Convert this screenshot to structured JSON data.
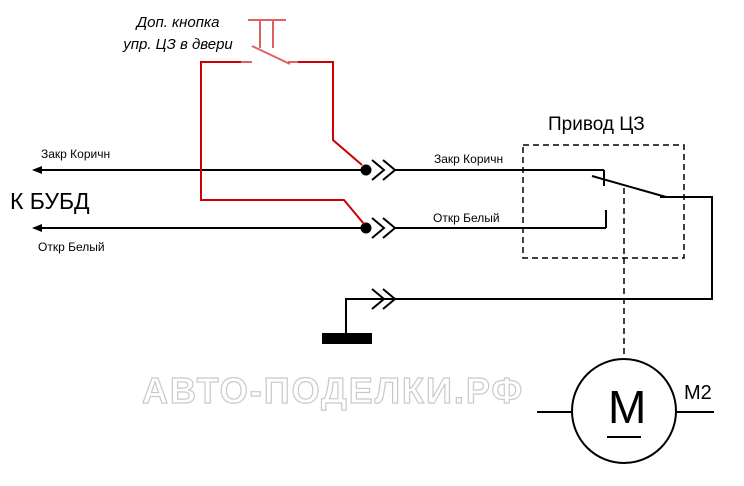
{
  "button_label": {
    "line1": "Доп. кнопка",
    "line2": "упр. ЦЗ в двери"
  },
  "actuator": {
    "title": "Привод ЦЗ",
    "wire_close": "Закр Коричн",
    "wire_open": "Откр  Белый"
  },
  "left_side": {
    "title": "К БУБД",
    "wire_close": "Закр Коричн",
    "wire_open": "Откр  Белый"
  },
  "motor": {
    "symbol": "M",
    "label": "M2"
  },
  "watermark": "АВТО-ПОДЕЛКИ.РФ",
  "colors": {
    "wire": "#000000",
    "button_wiring": "#cc0000",
    "button_symbol": "#e06060"
  }
}
